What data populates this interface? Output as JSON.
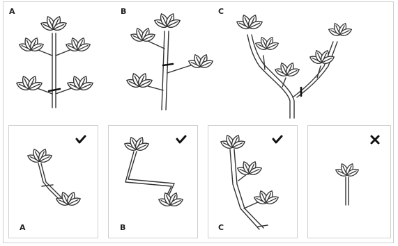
{
  "top_row": {
    "labels": [
      "A",
      "B",
      "C"
    ]
  },
  "bottom_row": {
    "panels": [
      {
        "label": "A",
        "result": "check-icon"
      },
      {
        "label": "B",
        "result": "check-icon"
      },
      {
        "label": "C",
        "result": "check-icon"
      },
      {
        "label": "",
        "result": "cross-icon"
      }
    ]
  }
}
